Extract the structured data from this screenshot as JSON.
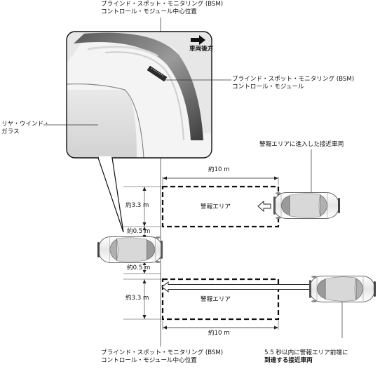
{
  "labels": {
    "bsm_center_top": {
      "line1": "ブラインド・スポット・モニタリング (BSM)",
      "line2": "コントロール・モジュール中心位置"
    },
    "bsm_center_bottom": {
      "line1": "ブラインド・スポット・モニタリング (BSM)",
      "line2": "コントロール・モジュール中心位置"
    },
    "bsm_module": {
      "line1": "ブラインド・スポット・モニタリング (BSM)",
      "line2": "コントロール・モジュール"
    },
    "rear_window": {
      "line1": "リヤ・ウインド・",
      "line2": "ガラス"
    },
    "vehicle_rear": "車両後方",
    "approaching_vehicle_in_zone": "警報エリアに進入した接近車両",
    "approaching_vehicle_5s": {
      "line1": "5.5 秒以内に警報エリア前端に",
      "line2": "到達する接近車両"
    }
  },
  "dimensions": {
    "top_length": "約10 m",
    "bottom_length": "約10 m",
    "upper_width": "約3.3 m",
    "lower_width": "約3.3 m",
    "upper_gap": "約0.5 m",
    "lower_gap": "約0.5 m"
  },
  "zones": {
    "upper_label": "警報エリア",
    "lower_label": "警報エリア"
  }
}
